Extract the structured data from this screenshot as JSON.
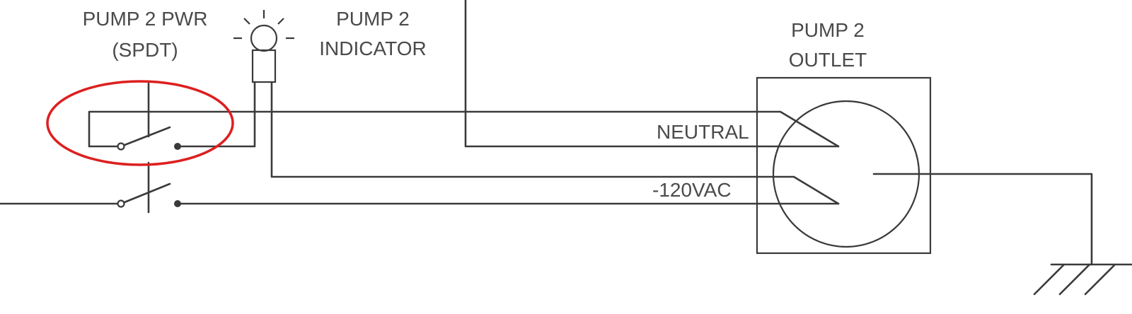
{
  "labels": {
    "switch_line1": "PUMP 2 PWR",
    "switch_line2": "(SPDT)",
    "indicator_line1": "PUMP 2",
    "indicator_line2": "INDICATOR",
    "outlet_line1": "PUMP 2",
    "outlet_line2": "OUTLET",
    "neutral": "NEUTRAL",
    "hot": "-120VAC"
  },
  "colors": {
    "wire": "#3a3a3a",
    "text": "#4a4a4a",
    "highlight": "#dd1f1f"
  }
}
